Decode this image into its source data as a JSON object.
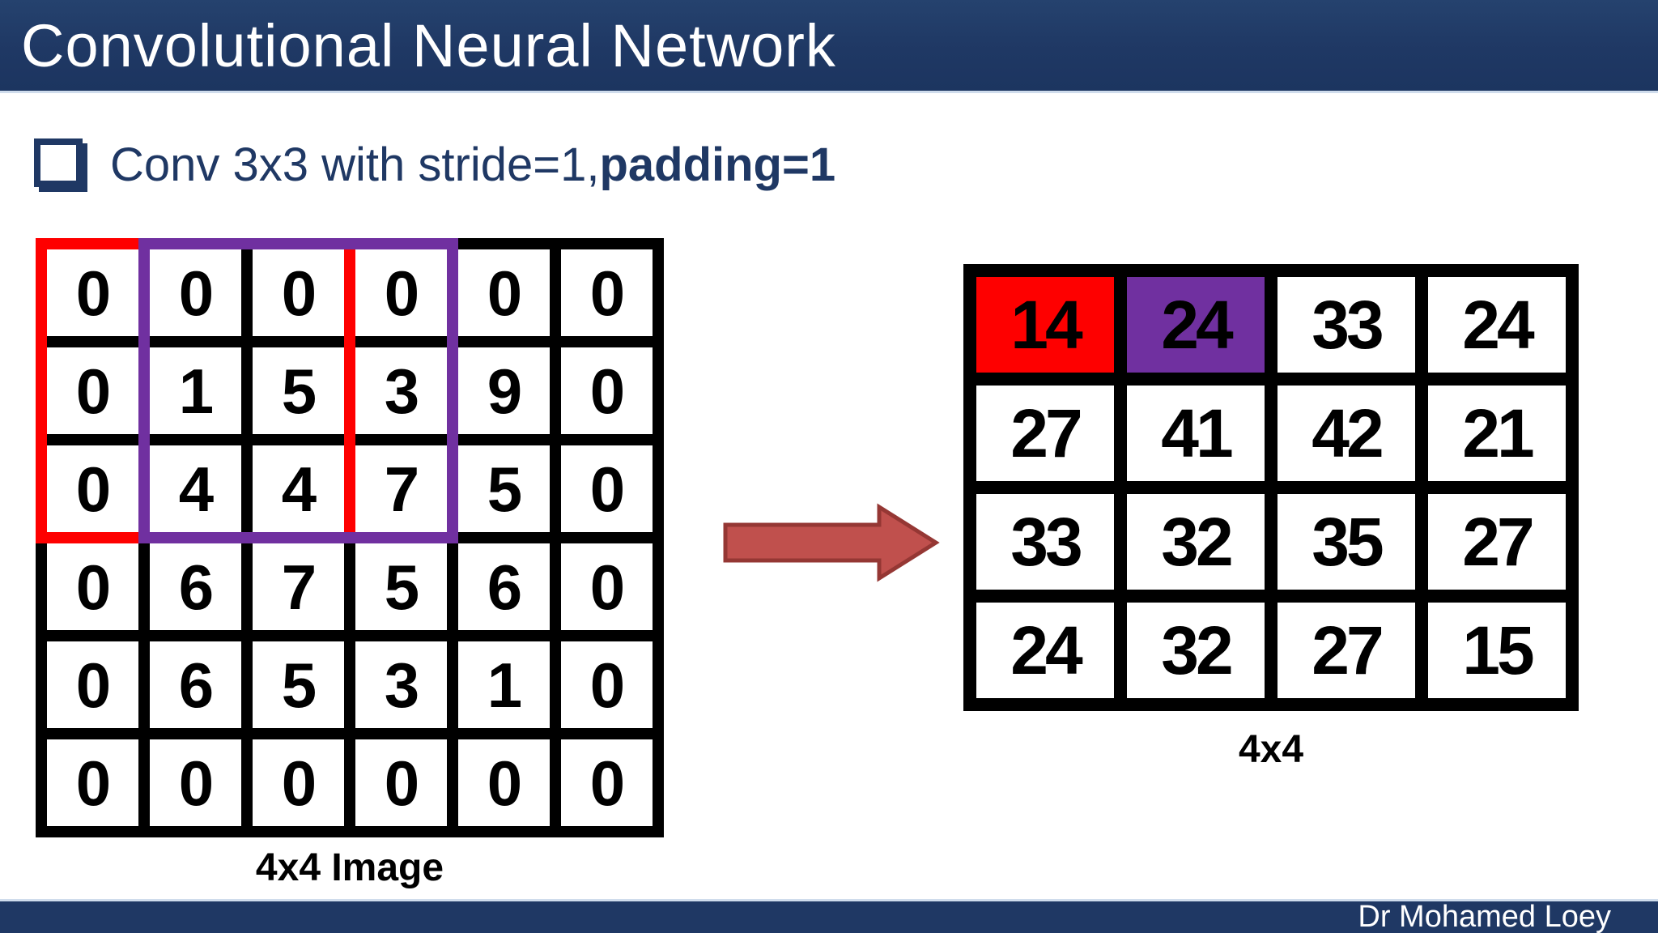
{
  "slide": {
    "title": "Convolutional Neural Network",
    "footer": "Dr Mohamed Loey"
  },
  "bullet": {
    "regular": "Conv 3x3 with stride=1,",
    "bold": "padding=1"
  },
  "icons": {
    "bullet": "open-square-bullet-icon",
    "arrow": "right-arrow-icon"
  },
  "colors": {
    "navy": "#1f3864",
    "red": "#fe0000",
    "purple": "#7030a0",
    "grid_line": "#000000",
    "arrow_fill": "#c0504d",
    "arrow_stroke": "#953734"
  },
  "input_grid": {
    "label": "4x4 Image",
    "rows": [
      [
        "0",
        "0",
        "0",
        "0",
        "0",
        "0"
      ],
      [
        "0",
        "1",
        "5",
        "3",
        "9",
        "0"
      ],
      [
        "0",
        "4",
        "4",
        "7",
        "5",
        "0"
      ],
      [
        "0",
        "6",
        "7",
        "5",
        "6",
        "0"
      ],
      [
        "0",
        "6",
        "5",
        "3",
        "1",
        "0"
      ],
      [
        "0",
        "0",
        "0",
        "0",
        "0",
        "0"
      ]
    ],
    "windows": [
      {
        "name": "red-conv-window",
        "color": "#fe0000",
        "rows": "0-2",
        "cols": "0-2"
      },
      {
        "name": "purple-conv-window",
        "color": "#7030a0",
        "rows": "0-2",
        "cols": "1-3"
      }
    ]
  },
  "output_grid": {
    "label": "4x4",
    "rows": [
      [
        "14",
        "24",
        "33",
        "24"
      ],
      [
        "27",
        "41",
        "42",
        "21"
      ],
      [
        "33",
        "32",
        "35",
        "27"
      ],
      [
        "24",
        "32",
        "27",
        "15"
      ]
    ],
    "highlights": [
      {
        "row": 0,
        "col": 0,
        "color": "#fe0000"
      },
      {
        "row": 0,
        "col": 1,
        "color": "#7030a0"
      }
    ]
  }
}
